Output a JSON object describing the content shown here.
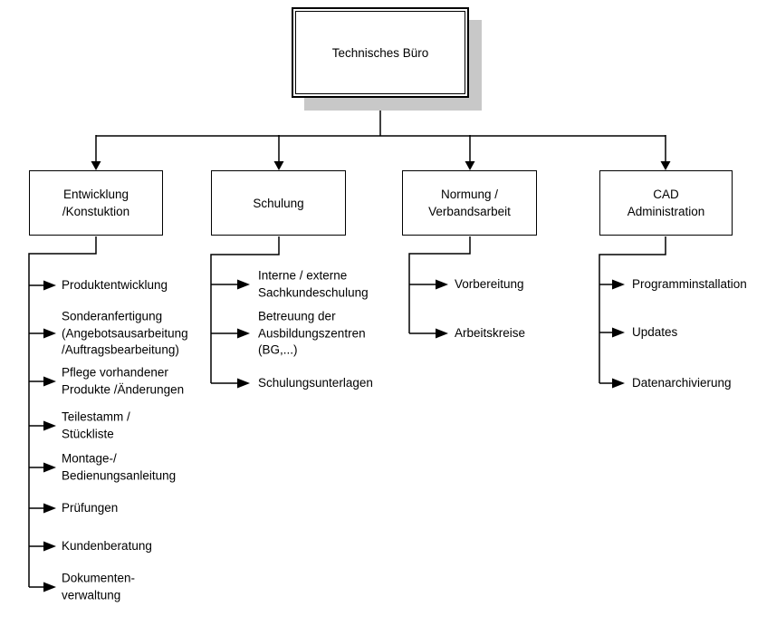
{
  "root": {
    "label": "Technisches Büro"
  },
  "departments": [
    {
      "label": "Entwicklung\n/Konstuktion",
      "items": [
        "Produktentwicklung",
        "Sonderanfertigung\n(Angebotsausarbeitung\n/Auftragsbearbeitung)",
        "Pflege vorhandener\nProdukte /Änderungen",
        "Teilestamm /\nStückliste",
        "Montage-/\nBedienungsanleitung",
        "Prüfungen",
        "Kundenberatung",
        "Dokumenten-\nverwaltung"
      ]
    },
    {
      "label": "Schulung",
      "items": [
        "Interne / externe\nSachkundeschulung",
        "Betreuung der\nAusbildungszentren\n(BG,...)",
        "Schulungsunterlagen"
      ]
    },
    {
      "label": "Normung /\nVerbandsarbeit",
      "items": [
        "Vorbereitung",
        "Arbeitskreise"
      ]
    },
    {
      "label": "CAD\nAdministration",
      "items": [
        "Programminstallation",
        "Updates",
        "Datenarchivierung"
      ]
    }
  ],
  "colors": {
    "line": "#000000",
    "box_border": "#000000",
    "box_bg": "#ffffff",
    "shadow": "#c8c8c8",
    "text": "#000000"
  }
}
